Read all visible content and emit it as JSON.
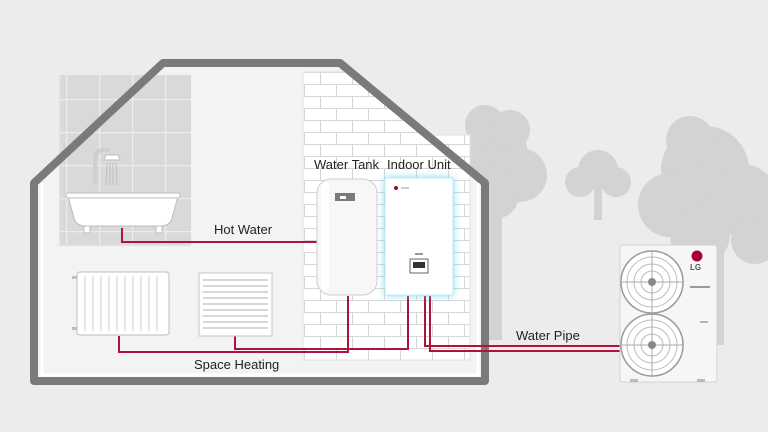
{
  "labels": {
    "water_tank": "Water Tank",
    "indoor_unit": "Indoor Unit",
    "hot_water": "Hot Water",
    "space_heating": "Space Heating",
    "water_pipe": "Water Pipe"
  },
  "brand": {
    "logo_text": "LG"
  },
  "colors": {
    "background": "#ececec",
    "house_outline": "#7a7a7a",
    "pipe": "#b0123e",
    "glow": "#5fd3f0",
    "brand_red": "#a50034",
    "trees": "#d3d3d3"
  }
}
